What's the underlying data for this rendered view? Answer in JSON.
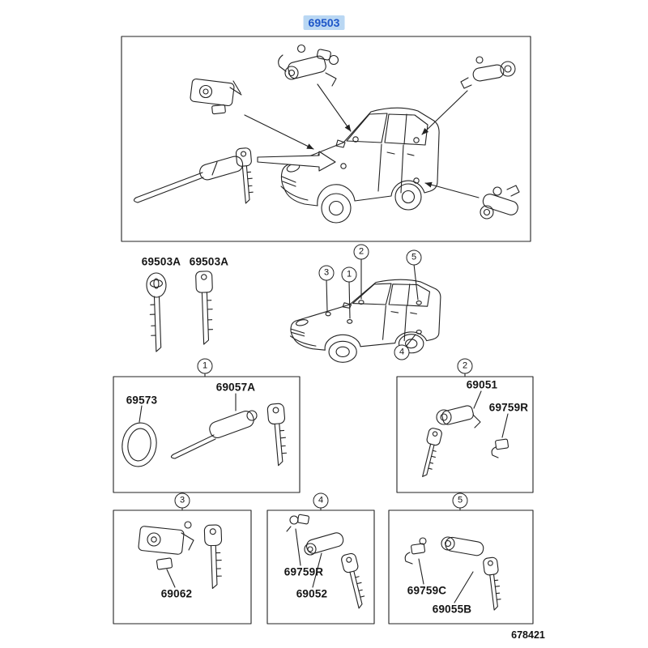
{
  "header": {
    "selected_part": "69503"
  },
  "spare_keys": {
    "left": "69503A",
    "right": "69503A"
  },
  "sections": {
    "s1": {
      "callout": "1",
      "ring": "69573",
      "cylinder": "69057A"
    },
    "s2": {
      "callout": "2",
      "lock": "69051",
      "clip": "69759R"
    },
    "s3": {
      "callout": "3",
      "lock": "69062"
    },
    "s4": {
      "callout": "4",
      "clip": "69759R",
      "lock": "69052"
    },
    "s5": {
      "callout": "5",
      "clip": "69759C",
      "lock": "69055B"
    }
  },
  "car_callouts": {
    "c1": "1",
    "c2": "2",
    "c3": "3",
    "c4": "4",
    "c5": "5"
  },
  "footer": {
    "figure_number": "678421"
  },
  "colors": {
    "selected_text": "#1d56c8",
    "selected_bg": "#b9d7f3",
    "line": "#222222"
  }
}
